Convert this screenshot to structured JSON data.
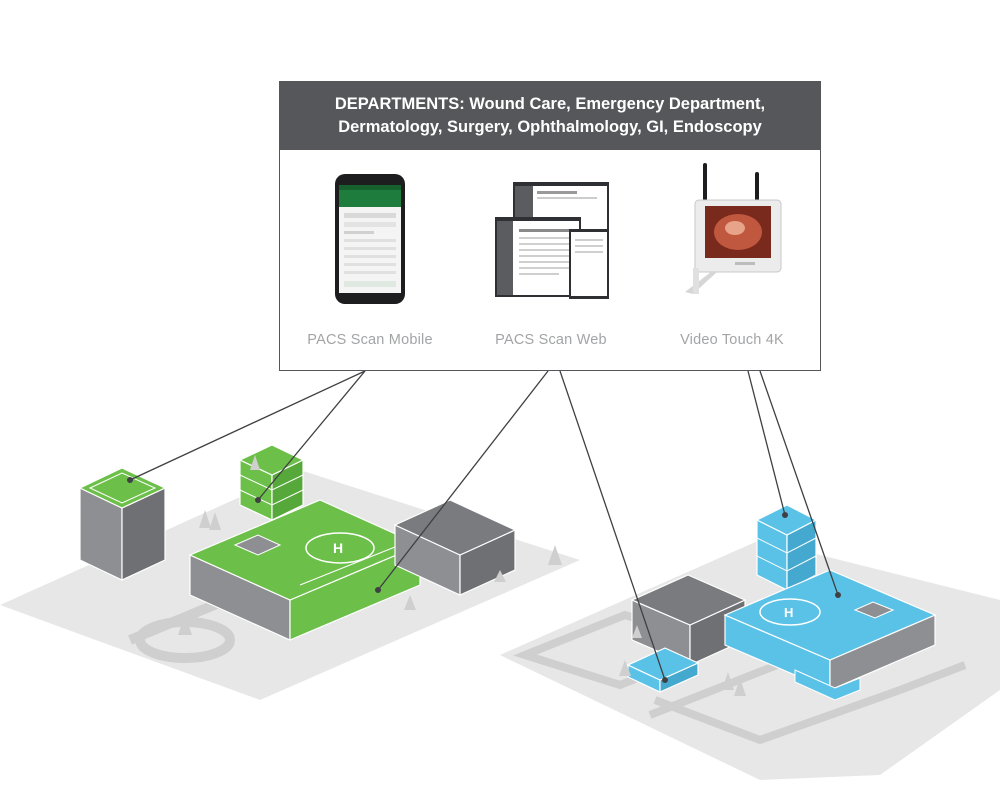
{
  "panel": {
    "title_line1": "DEPARTMENTS: Wound Care, Emergency Department,",
    "title_line2": "Dermatology, Surgery, Ophthalmology, GI, Endoscopy"
  },
  "products": [
    {
      "label": "PACS Scan Mobile",
      "icon": "smartphone-app-icon"
    },
    {
      "label": "PACS Scan Web",
      "icon": "web-screens-icon"
    },
    {
      "label": "Video Touch 4K",
      "icon": "tablet-device-icon"
    }
  ],
  "colors": {
    "header_bg": "#56575b",
    "campus_left_accent": "#6cc04a",
    "campus_right_accent": "#5bc2e7",
    "building_gray": "#8c8d90",
    "ground": "#e6e6e6"
  }
}
